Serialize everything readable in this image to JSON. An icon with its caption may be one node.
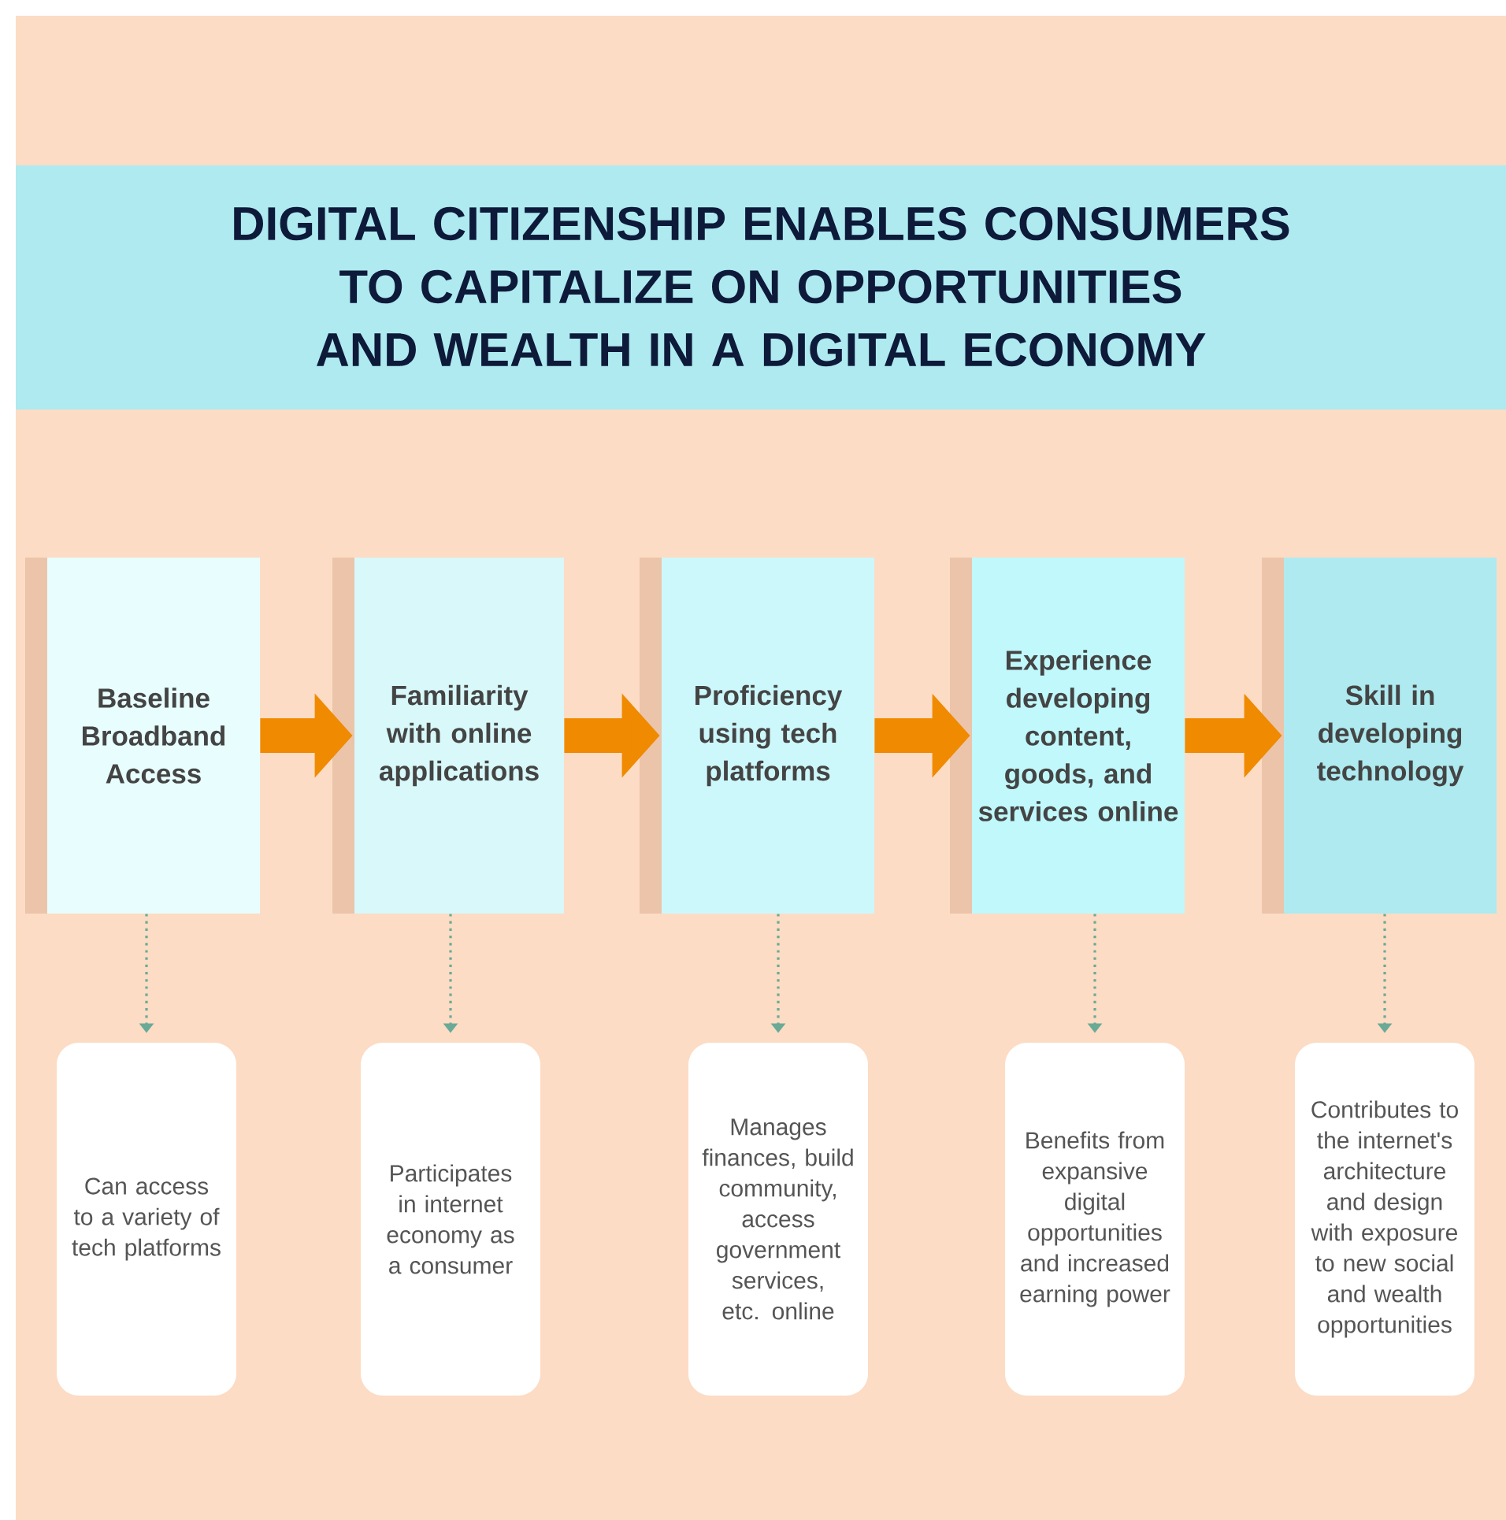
{
  "diagram": {
    "title": "DIGITAL CITIZENSHIP ENABLES CONSUMERS TO CAPITALIZE ON OPPORTUNITIES AND WEALTH IN A DIGITAL ECONOMY",
    "nodes": [
      {
        "text": [
          "Baseline Broadband Access"
        ]
      },
      {
        "text": [
          "Familiarity with online applications"
        ]
      },
      {
        "text": [
          "Proficiency using tech platforms"
        ]
      },
      {
        "text": [
          "Experience developing content, goods, and services online"
        ]
      },
      {
        "text": [
          "Skill in developing technology"
        ]
      },
      {
        "text": [
          "Can access to a variety of tech platforms"
        ]
      },
      {
        "text": [
          "Participates in internet economy as a consumer"
        ]
      },
      {
        "text": [
          "Manages finances, build community, access government services, etc. online"
        ]
      },
      {
        "text": [
          "Benefits from expansive digital opportunities and increased earning power"
        ]
      },
      {
        "text": [
          "Contributes to the internet's architecture and design with exposure to new social and wealth opportunities"
        ]
      }
    ],
    "edges": [
      {
        "from": 0,
        "to": 1,
        "arrow": "to",
        "style": "thick",
        "color": "#f08a00"
      },
      {
        "from": 1,
        "to": 2,
        "arrow": "to",
        "style": "thick",
        "color": "#f08a00"
      },
      {
        "from": 2,
        "to": 3,
        "arrow": "to",
        "style": "thick",
        "color": "#f08a00"
      },
      {
        "from": 3,
        "to": 4,
        "arrow": "to",
        "style": "thick",
        "color": "#f08a00"
      },
      {
        "from": 0,
        "to": 5,
        "arrow": "to",
        "style": "dashed",
        "color": "#6aaa96"
      },
      {
        "from": 1,
        "to": 6,
        "arrow": "to",
        "style": "dashed",
        "color": "#6aaa96"
      },
      {
        "from": 2,
        "to": 7,
        "arrow": "to",
        "style": "dashed",
        "color": "#6aaa96"
      },
      {
        "from": 3,
        "to": 8,
        "arrow": "to",
        "style": "dashed",
        "color": "#6aaa96"
      },
      {
        "from": 4,
        "to": 9,
        "arrow": "to",
        "style": "dashed",
        "color": "#6aaa96"
      }
    ]
  }
}
